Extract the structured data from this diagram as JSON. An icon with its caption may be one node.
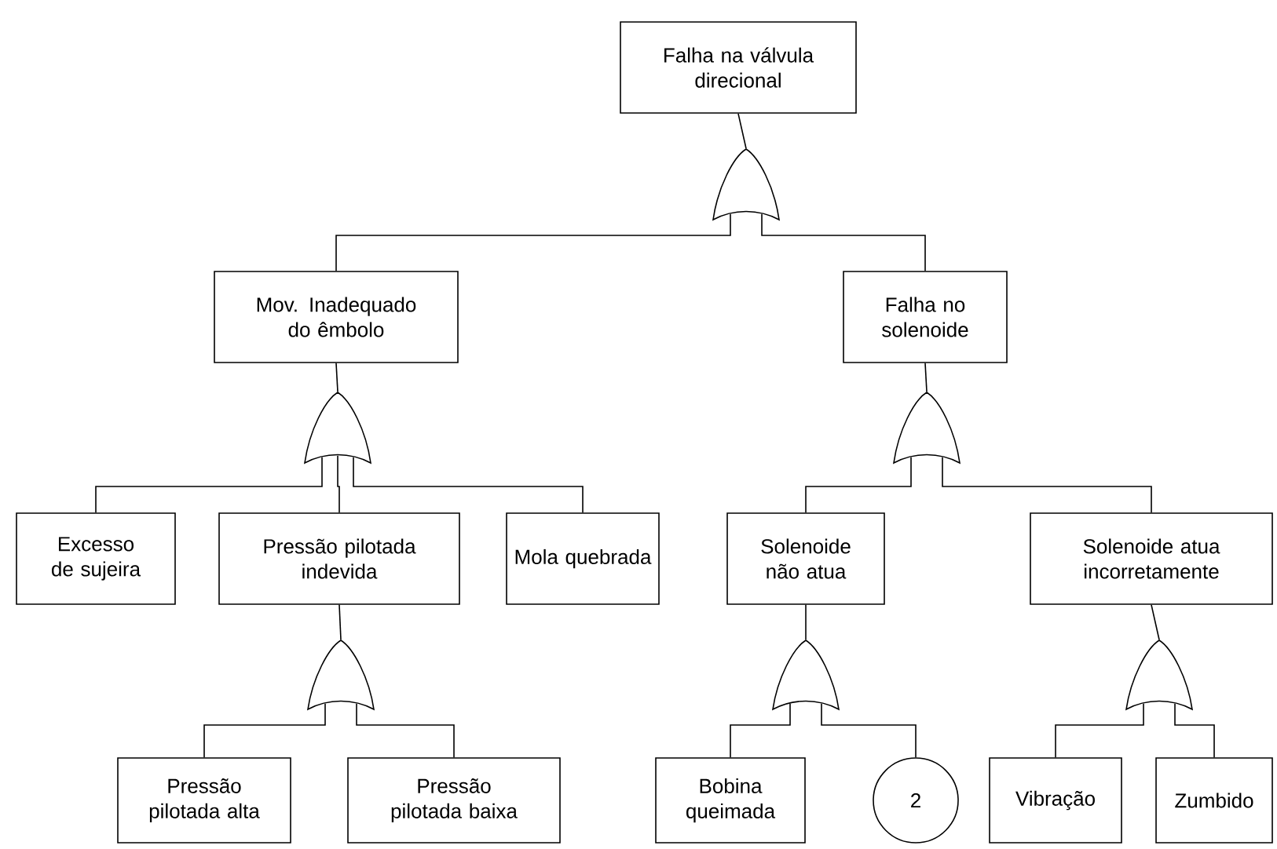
{
  "diagram": {
    "nodes": [
      {
        "text": [
          "Falha na válvula direcional"
        ]
      },
      {
        "text": [],
        "shape": "gate"
      },
      {
        "text": [
          "Mov. Inadequado do êmbolo"
        ]
      },
      {
        "text": [
          "Falha no solenoide"
        ]
      },
      {
        "text": [],
        "shape": "gate"
      },
      {
        "text": [],
        "shape": "gate"
      },
      {
        "text": [
          "Excesso de sujeira"
        ]
      },
      {
        "text": [
          "Pressão pilotada indevida"
        ]
      },
      {
        "text": [
          "Mola quebrada"
        ]
      },
      {
        "text": [
          "Solenoide não atua"
        ]
      },
      {
        "text": [
          "Solenoide atua incorretamente"
        ]
      },
      {
        "text": [],
        "shape": "gate"
      },
      {
        "text": [],
        "shape": "gate"
      },
      {
        "text": [],
        "shape": "gate"
      },
      {
        "text": [
          "Pressão pilotada alta"
        ]
      },
      {
        "text": [
          "Pressão pilotada baixa"
        ]
      },
      {
        "text": [
          "Bobina queimada"
        ]
      },
      {
        "text": [
          "2"
        ]
      },
      {
        "text": [
          "Vibração"
        ]
      },
      {
        "text": [
          "Zumbido"
        ]
      }
    ],
    "edges": [
      {
        "from": 0,
        "to": 1,
        "arrow": "none"
      },
      {
        "from": 1,
        "to": 2,
        "arrow": "none"
      },
      {
        "from": 1,
        "to": 3,
        "arrow": "none"
      },
      {
        "from": 2,
        "to": 4,
        "arrow": "none"
      },
      {
        "from": 3,
        "to": 5,
        "arrow": "none"
      },
      {
        "from": 4,
        "to": 6,
        "arrow": "none"
      },
      {
        "from": 4,
        "to": 7,
        "arrow": "none"
      },
      {
        "from": 4,
        "to": 8,
        "arrow": "none"
      },
      {
        "from": 5,
        "to": 9,
        "arrow": "none"
      },
      {
        "from": 5,
        "to": 10,
        "arrow": "none"
      },
      {
        "from": 7,
        "to": 11,
        "arrow": "none"
      },
      {
        "from": 9,
        "to": 12,
        "arrow": "none"
      },
      {
        "from": 10,
        "to": 13,
        "arrow": "none"
      },
      {
        "from": 11,
        "to": 14,
        "arrow": "none"
      },
      {
        "from": 11,
        "to": 15,
        "arrow": "none"
      },
      {
        "from": 12,
        "to": 16,
        "arrow": "none"
      },
      {
        "from": 12,
        "to": 17,
        "arrow": "none"
      },
      {
        "from": 13,
        "to": 18,
        "arrow": "none"
      },
      {
        "from": 13,
        "to": 19,
        "arrow": "none"
      }
    ]
  }
}
